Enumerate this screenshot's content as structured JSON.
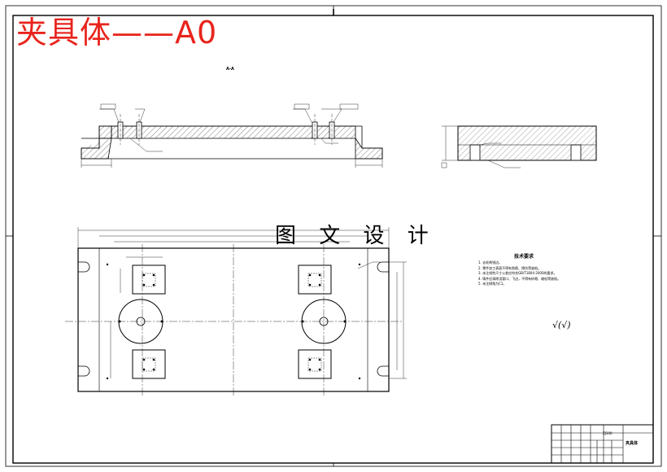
{
  "title_text": "夹具体——A0",
  "watermark_text": "图 文 设 计",
  "section_label": "A-A",
  "technical_requirements": {
    "title": "技术要求",
    "notes": [
      "1. 去毛刺锐边。",
      "2. 零件加工表面不得有划痕、擦伤等缺陷。",
      "3. 未注线性尺寸公差应符合GB/T1804-2000的要求。",
      "4. 铸件应清除浇冒口、飞边，不得有砂眼、缩松等缺陷。",
      "5. 未注倒角为C1。"
    ]
  },
  "roughness_symbol": "√(√)",
  "title_block": {
    "part_name": "夹具体",
    "drawing_code": "ZJ300"
  },
  "colors": {
    "title_red": "#e8241c",
    "line": "#000000"
  }
}
